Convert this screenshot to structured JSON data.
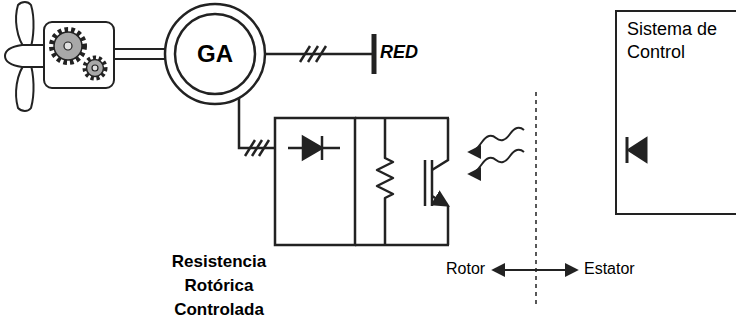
{
  "diagram": {
    "nodes": [
      {
        "text": [
          "GA"
        ]
      },
      {
        "text": [
          "Resistencia Rotórica Controlada"
        ]
      },
      {
        "text": [
          "Sistema de Control"
        ]
      }
    ],
    "edges": [
      {
        "from": 0,
        "to": 1,
        "arrow": "none"
      }
    ],
    "labels": [
      "RED",
      "Rotor",
      "Estator"
    ]
  }
}
